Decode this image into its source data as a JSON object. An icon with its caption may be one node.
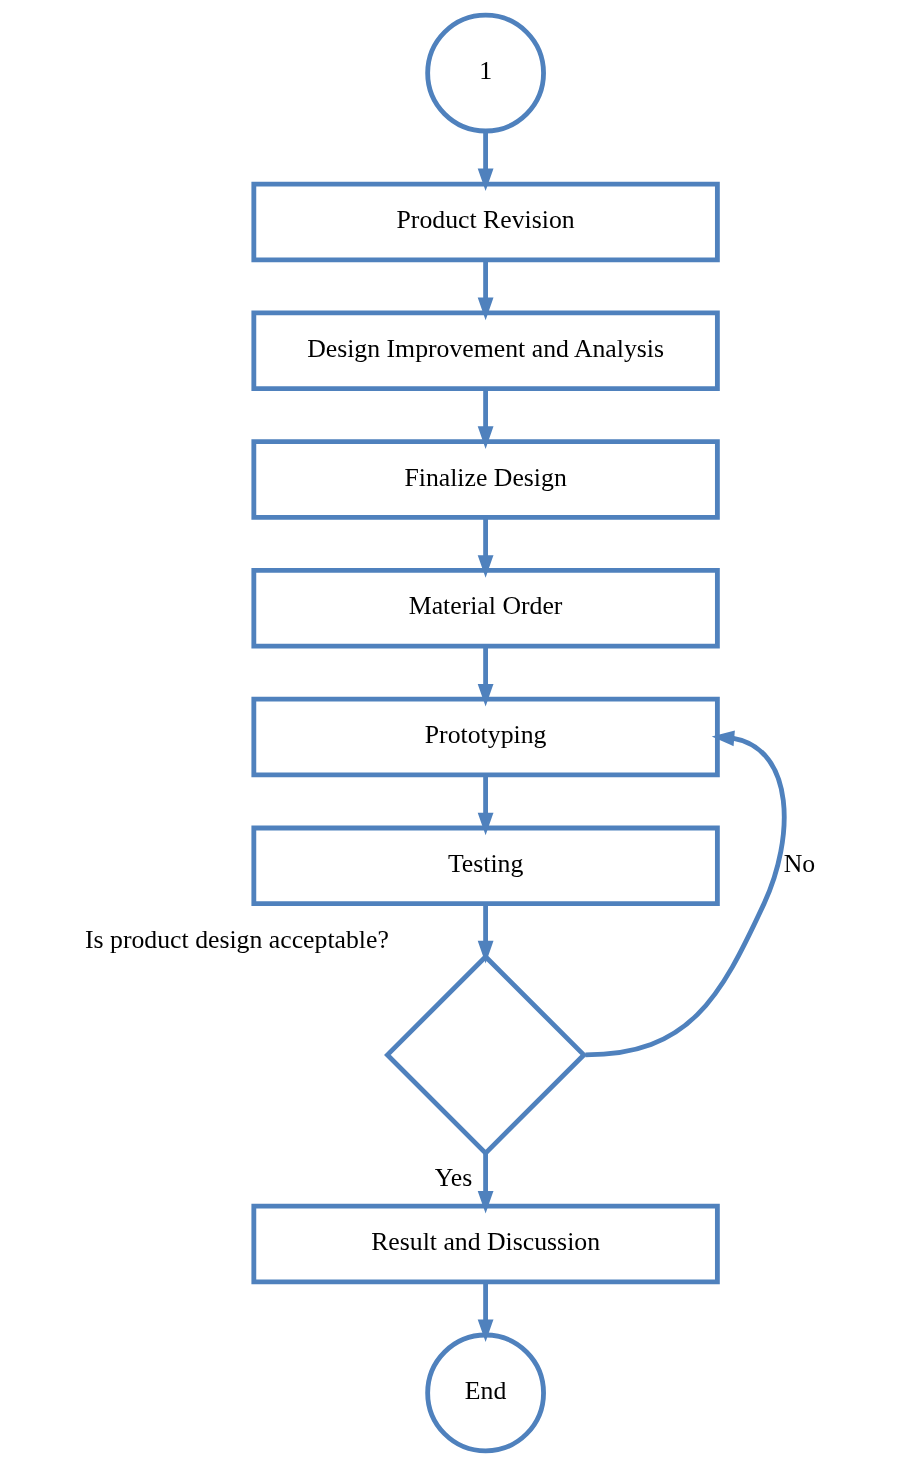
{
  "diagram": {
    "nodes": [
      {
        "text": [
          "1"
        ]
      },
      {
        "text": [
          "Product Revision"
        ]
      },
      {
        "text": [
          "Design Improvement and Analysis"
        ]
      },
      {
        "text": [
          "Finalize Design"
        ]
      },
      {
        "text": [
          "Material Order"
        ]
      },
      {
        "text": [
          "Prototyping"
        ]
      },
      {
        "text": [
          "Testing"
        ]
      },
      {
        "text": [],
        "shape": "diamond",
        "beside": [
          "Is product design acceptable?"
        ]
      },
      {
        "text": [
          "Result and Discussion"
        ]
      },
      {
        "text": [
          "End"
        ]
      }
    ],
    "edges": [
      {
        "from": 0,
        "to": 1,
        "arrow": "to"
      },
      {
        "from": 1,
        "to": 2,
        "arrow": "to"
      },
      {
        "from": 2,
        "to": 3,
        "arrow": "to"
      },
      {
        "from": 3,
        "to": 4,
        "arrow": "to"
      },
      {
        "from": 4,
        "to": 5,
        "arrow": "to"
      },
      {
        "from": 5,
        "to": 6,
        "arrow": "to"
      },
      {
        "from": 6,
        "to": 7,
        "arrow": "to"
      },
      {
        "from": 7,
        "to": 8,
        "arrow": "to",
        "label": "Yes"
      },
      {
        "from": 7,
        "to": 5,
        "arrow": "to",
        "label": "No"
      },
      {
        "from": 8,
        "to": 9,
        "arrow": "to"
      }
    ]
  }
}
